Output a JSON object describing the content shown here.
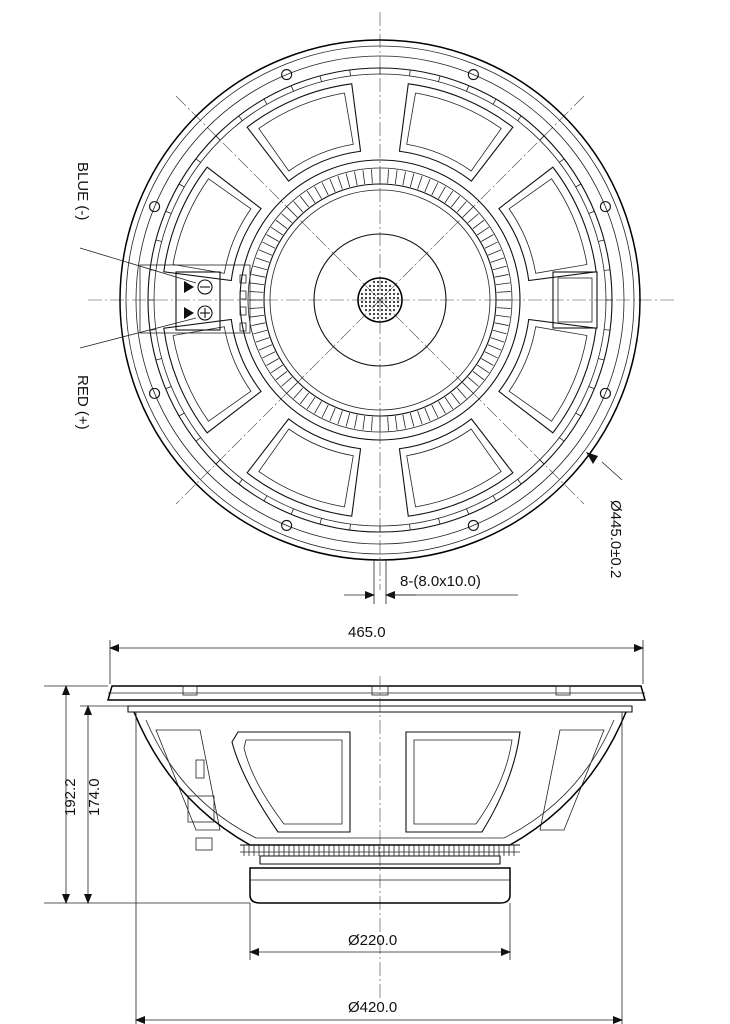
{
  "labels": {
    "blue": "BLUE (-)",
    "red": "RED (+)",
    "bolt_circle": "Ø445.0±0.2",
    "mount_holes": "8-(8.0x10.0)"
  },
  "dimensions": {
    "overall_diameter": "465.0",
    "depth_total": "192.2",
    "depth_frame": "174.0",
    "magnet_diameter": "Ø220.0",
    "baffle_cutout": "Ø420.0"
  }
}
